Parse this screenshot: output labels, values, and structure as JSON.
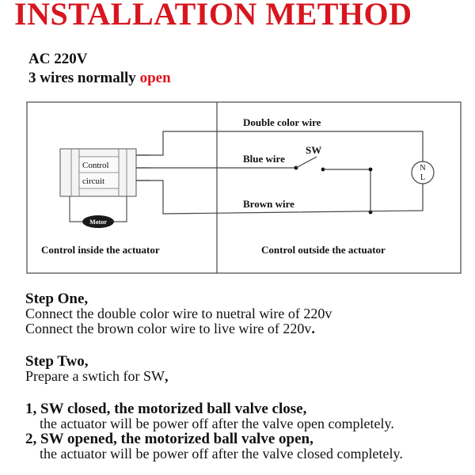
{
  "header": {
    "title": "INSTALLATION METHOD",
    "voltage": "AC 220V",
    "config_prefix": "3 wires normally ",
    "config_highlight": "open"
  },
  "diagram": {
    "control_label_1": "Control",
    "control_label_2": "circuit",
    "motor_label": "Motor",
    "inside_label": "Control inside the actuator",
    "outside_label": "Control outside the actuator",
    "double_wire": "Double color wire",
    "blue_wire": "Blue wire",
    "sw_label": "SW",
    "brown_wire": "Brown wire",
    "load_n": "N",
    "load_l": "L"
  },
  "steps": {
    "step1_title": "Step One,",
    "step1_line1": "Connect the double color wire to nuetral wire of 220v",
    "step1_line2a": "Connect the brown color wire to live wire of 220v",
    "step1_line2b": ".",
    "step2_title": "Step Two,",
    "step2_line1a": "Prepare a swtich for SW",
    "step2_line1b": ",",
    "item1_title": "1, SW closed, the motorized ball valve close,",
    "item1_desc": "the actuator will be power off after the valve open completely.",
    "item2_title": "2, SW opened, the motorized ball valve open,",
    "item2_desc": "the actuator will be power off after the valve closed completely."
  },
  "colors": {
    "title": "#d7161f",
    "highlight": "#e0141c"
  }
}
